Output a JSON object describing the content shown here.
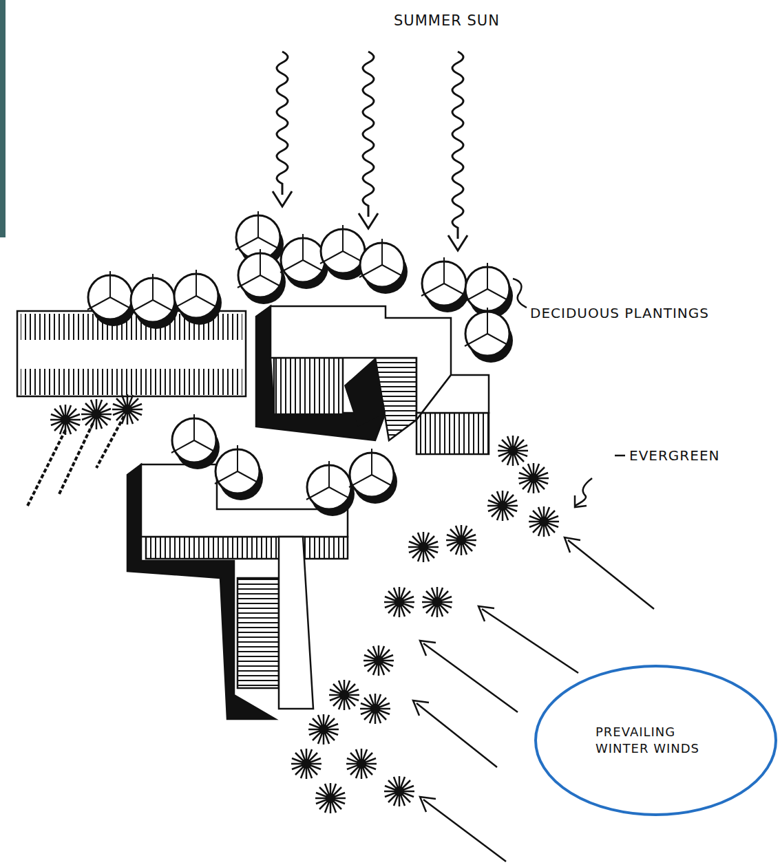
{
  "diagram": {
    "nodes": [
      {
        "text": [
          "PREVAILING WINTER WINDS"
        ]
      }
    ],
    "labels": [
      "SUMMER SUN",
      "DECIDUOUS PLANTINGS",
      "EVERGREEN"
    ]
  }
}
